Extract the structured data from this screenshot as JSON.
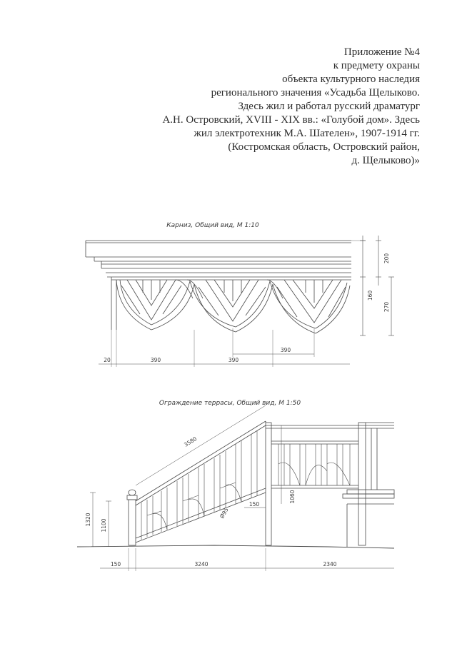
{
  "heading": {
    "lines": [
      "Приложение №4",
      "к предмету охраны",
      "объекта культурного наследия",
      "регионального значения «Усадьба Щелыково.",
      "Здесь жил и работал русский драматург",
      "А.Н. Островский, XVIII - XIX вв.: «Голубой дом». Здесь",
      "жил электротехник М.А. Шателен», 1907-1914 гг.",
      "(Костромская область, Островский район,",
      "д. Щелыково)»"
    ]
  },
  "cornice": {
    "title": "Карниз,  Общий вид,  М 1:10",
    "dims": {
      "height_total": "200",
      "height_frieze": "160",
      "height_right": "270",
      "offset_left": "20",
      "module_1": "390",
      "module_2": "390",
      "module_3": "390"
    }
  },
  "railing": {
    "title": "Ограждение террасы,  Общий вид,  М 1:50",
    "dims": {
      "slope_length": "3580",
      "post_height": "1320",
      "rail_height": "1100",
      "terrace_rail_height": "1060",
      "diagonal": "Ø95",
      "small_offset": "150",
      "base_left": "150",
      "base_mid": "3240",
      "base_right": "2340"
    }
  }
}
